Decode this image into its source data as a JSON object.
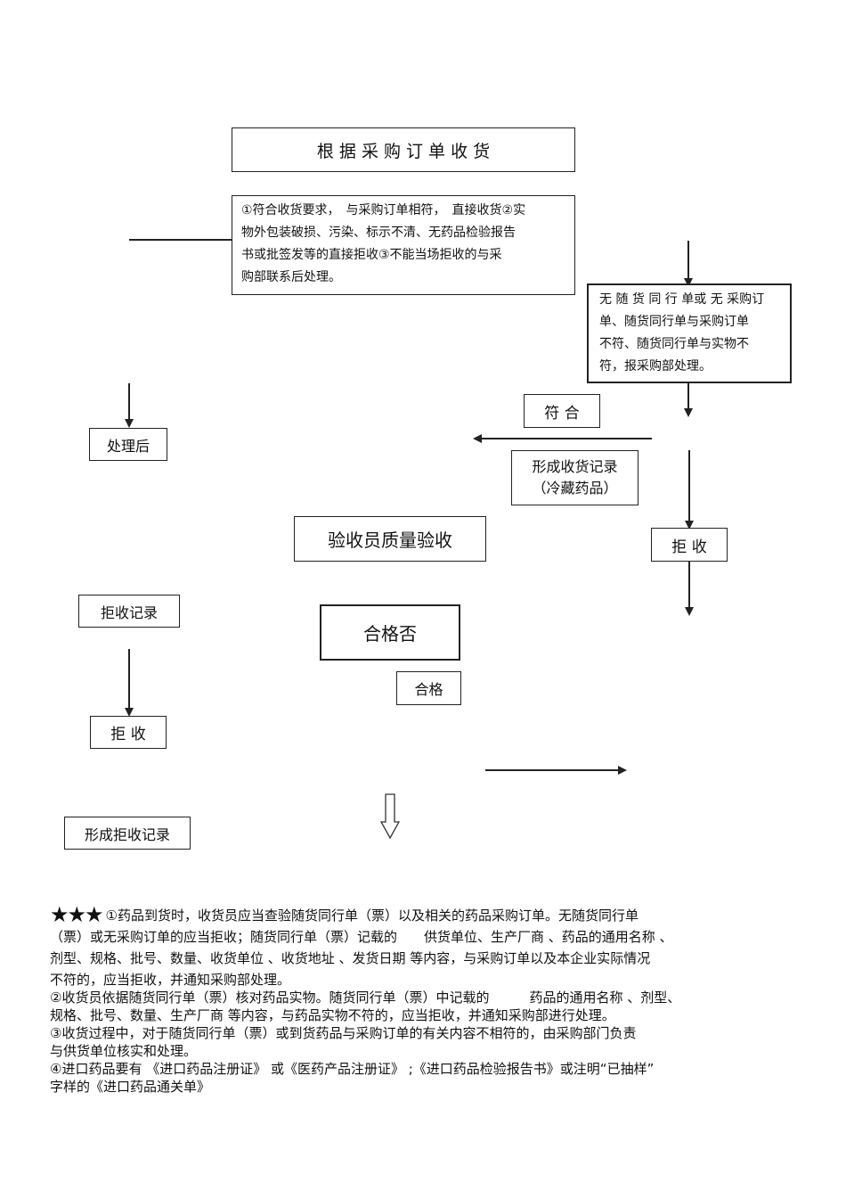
{
  "flow": {
    "title": "根 据 采 购 订 单 收 货",
    "criteria_lines": [
      "①符合收货要求，　与采购订单相符，　直接收货②实",
      "物外包装破损、污染、标示不清、无药品检验报告",
      "书或批签发等的直接拒收③不能当场拒收的与采",
      "购部联系后处理。"
    ],
    "mismatch_lines": [
      "无 随 货 同 行  单或  无 采购订",
      "单、随货同行单与采购订单",
      "不符、随货同行单与实物不",
      "符，报采购部处理。"
    ],
    "after": "处理后",
    "match": "符 合",
    "receipt_record": [
      "形成收货记录",
      "（冷藏药品）"
    ],
    "inspect": "验收员质量验收",
    "reject_right": "拒 收",
    "reject_record": "拒收记录",
    "qualified_q": "合格否",
    "qualified": "合格",
    "reject_left": "拒 收",
    "form_reject_record": "形成拒收记录"
  },
  "notes": {
    "stars": "★★★",
    "lines": [
      "①药品到货时，收货员应当查验随货同行单（票）以及相关的药品采购订单。无随货同行单",
      "（票）或无采购订单的应当拒收；随货同行单（票）记载的　　供货单位、生产厂商 、药品的通用名称 、",
      "剂型、规格、批号、数量、收货单位 、收货地址 、发货日期 等内容，与采购订单以及本企业实际情况",
      "不符的，应当拒收，并通知采购部处理。",
      "②收货员依据随货同行单（票）核对药品实物。随货同行单（票）中记载的　　　药品的通用名称 、剂型、",
      "规格、批号、数量、生产厂商 等内容，与药品实物不符的，应当拒收，并通知采购部进行处理。",
      "③收货过程中，对于随货同行单（票）或到货药品与采购订单的有关内容不相符的，由采购部门负责",
      "与供货单位核实和处理。",
      "④进口药品要有 《进口药品注册证》 或《医药产品注册证》 ;《进口药品检验报告书》或注明“已抽样”",
      "字样的《进口药品通关单》"
    ]
  }
}
